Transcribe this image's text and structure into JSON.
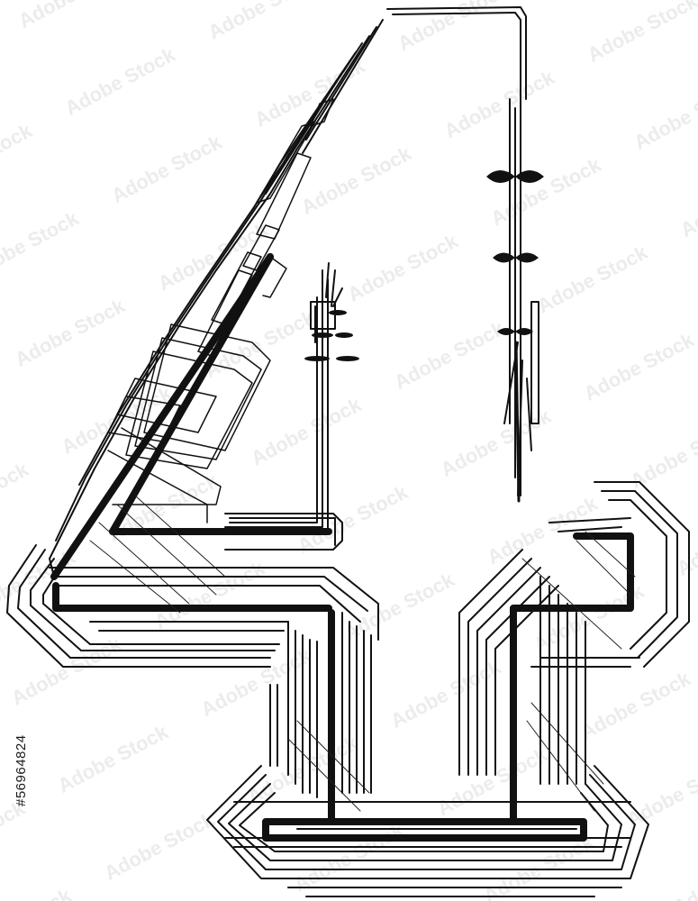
{
  "image": {
    "subject": "Technical wireframe-style digit",
    "glyph": "4",
    "ink_color": "#111111",
    "background_color": "#ffffff",
    "watermark_text": "Adobe Stock",
    "watermark_color": "#e6e6e6"
  },
  "stock_id": "#56964824",
  "icons": [
    "digit-four-wireframe-art",
    "adobe-stock-watermark-pattern"
  ]
}
